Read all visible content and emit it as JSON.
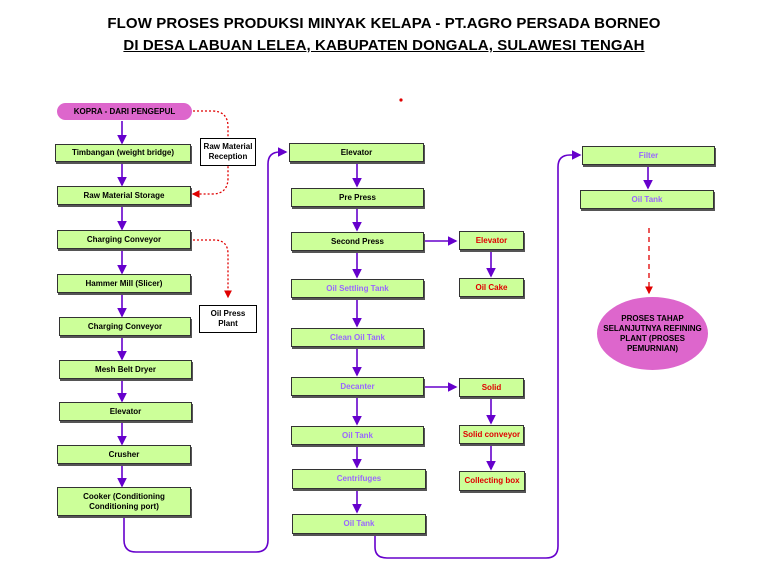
{
  "title": {
    "line1": "FLOW PROSES PRODUKSI MINYAK KELAPA - PT.AGRO PERSADA BORNEO",
    "line2": "DI DESA LABUAN LELEA, KABUPATEN DONGALA, SULAWESI TENGAH"
  },
  "colors": {
    "box_fill": "#ccff99",
    "arrow": "#6600cc",
    "dotted": "#e00000",
    "pill": "#dd66cc",
    "purple_text": "#9966ff",
    "red_text": "#e00000"
  },
  "column1": {
    "source": "KOPRA - DARI PENGEPUL",
    "steps": [
      "Timbangan (weight  bridge)",
      "Raw Material Storage",
      "Charging Conveyor",
      "Hammer Mill (Slicer)",
      "Charging Conveyor",
      "Mesh Belt Dryer",
      "Elevator",
      "Crusher",
      "Cooker (Conditioning Conditioning  port)"
    ],
    "side_notes": {
      "raw_material": "Raw Material Reception",
      "oil_press": "Oil Press Plant"
    }
  },
  "column2": {
    "steps": [
      "Elevator",
      "Pre Press",
      "Second Press",
      "Oil Settling Tank",
      "Clean Oil Tank",
      "Decanter",
      "Oil Tank",
      "Centrifuges",
      "Oil Tank"
    ]
  },
  "column3": {
    "steps": [
      "Elevator",
      "Oil Cake",
      "Solid",
      "Solid conveyor",
      "Collecting box"
    ]
  },
  "column4": {
    "steps": [
      "Filter",
      "Oil Tank"
    ],
    "next_process": "PROSES TAHAP SELANJUTNYA REFINING PLANT (PROSES PEMURNIAN)"
  }
}
